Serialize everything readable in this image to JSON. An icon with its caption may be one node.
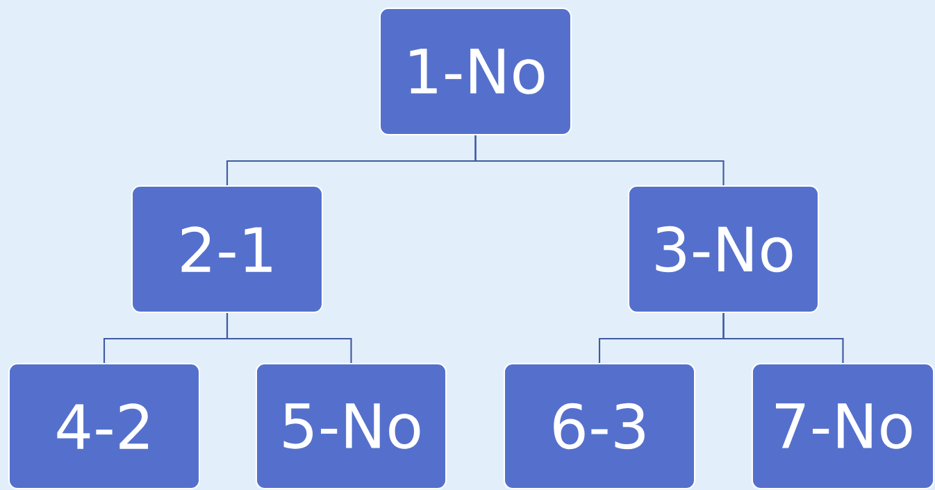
{
  "diagram": {
    "nodes": [
      {
        "text": [
          "1-No"
        ]
      },
      {
        "text": [
          "2-1"
        ]
      },
      {
        "text": [
          "3-No"
        ]
      },
      {
        "text": [
          "4-2"
        ]
      },
      {
        "text": [
          "5-No"
        ]
      },
      {
        "text": [
          "6-3"
        ]
      },
      {
        "text": [
          "7-No"
        ]
      }
    ],
    "edges": [
      {
        "from": 0,
        "to": 1,
        "arrow": "none"
      },
      {
        "from": 0,
        "to": 2,
        "arrow": "none"
      },
      {
        "from": 1,
        "to": 3,
        "arrow": "none"
      },
      {
        "from": 1,
        "to": 4,
        "arrow": "none"
      },
      {
        "from": 2,
        "to": 5,
        "arrow": "none"
      },
      {
        "from": 2,
        "to": 6,
        "arrow": "none"
      }
    ]
  }
}
